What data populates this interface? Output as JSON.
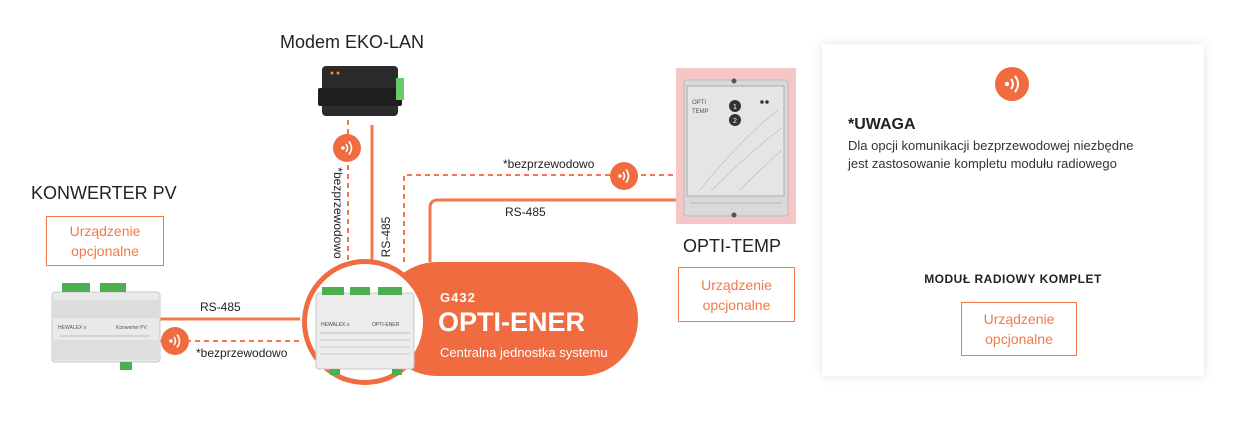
{
  "colors": {
    "accent": "#f06b3f",
    "line": "#f4794a",
    "dark_device": "#2a2a2a"
  },
  "modem": {
    "title": "Modem EKO-LAN"
  },
  "konwerter": {
    "title": "KONWERTER PV",
    "optional": "Urządzenie opcjonalne"
  },
  "central": {
    "code": "G432",
    "name": "OPTI-ENER",
    "subtitle": "Centralna jednostka systemu"
  },
  "opti_temp": {
    "title": "OPTI-TEMP",
    "optional": "Urządzenie opcjonalne",
    "screen_text": "OPTI\nTEMP"
  },
  "links": {
    "rs485_konwerter": "RS-485",
    "wireless_konwerter": "*bezprzewodowo",
    "wireless_modem": "*bezprzewodowo",
    "rs485_modem": "RS-485",
    "wireless_temp": "*bezprzewodowo",
    "rs485_temp": "RS-485"
  },
  "note": {
    "title": "*UWAGA",
    "text_line1": "Dla opcji komunikacji bezprzewodowej niezbędne",
    "text_line2": "jest zastosowanie kompletu modułu radiowego",
    "module_label": "MODUŁ RADIOWY KOMPLET",
    "optional": "Urządzenie opcjonalne"
  },
  "icons": [
    "wireless-signal-icon",
    "radio-waves-icon"
  ]
}
